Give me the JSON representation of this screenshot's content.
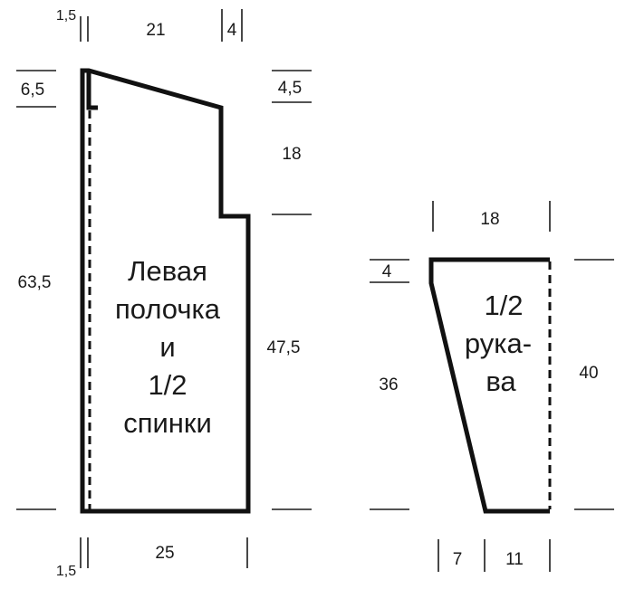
{
  "front_piece": {
    "label_lines": [
      "Левая",
      "полочка",
      "и",
      "1/2",
      "спинки"
    ],
    "dimensions": {
      "top_band": "1,5",
      "top_width": "21",
      "top_right": "4",
      "neck_drop": "6,5",
      "shoulder_drop": "4,5",
      "armhole_depth": "18",
      "total_length": "63,5",
      "side_length": "47,5",
      "bottom_band": "1,5",
      "bottom_width": "25"
    }
  },
  "sleeve_piece": {
    "label_lines": [
      "1/2",
      "рука-",
      "ва"
    ],
    "dimensions": {
      "top_width": "18",
      "cap_drop": "4",
      "seam_length": "36",
      "fold_length": "40",
      "bottom_left": "7",
      "bottom_right": "11"
    }
  }
}
